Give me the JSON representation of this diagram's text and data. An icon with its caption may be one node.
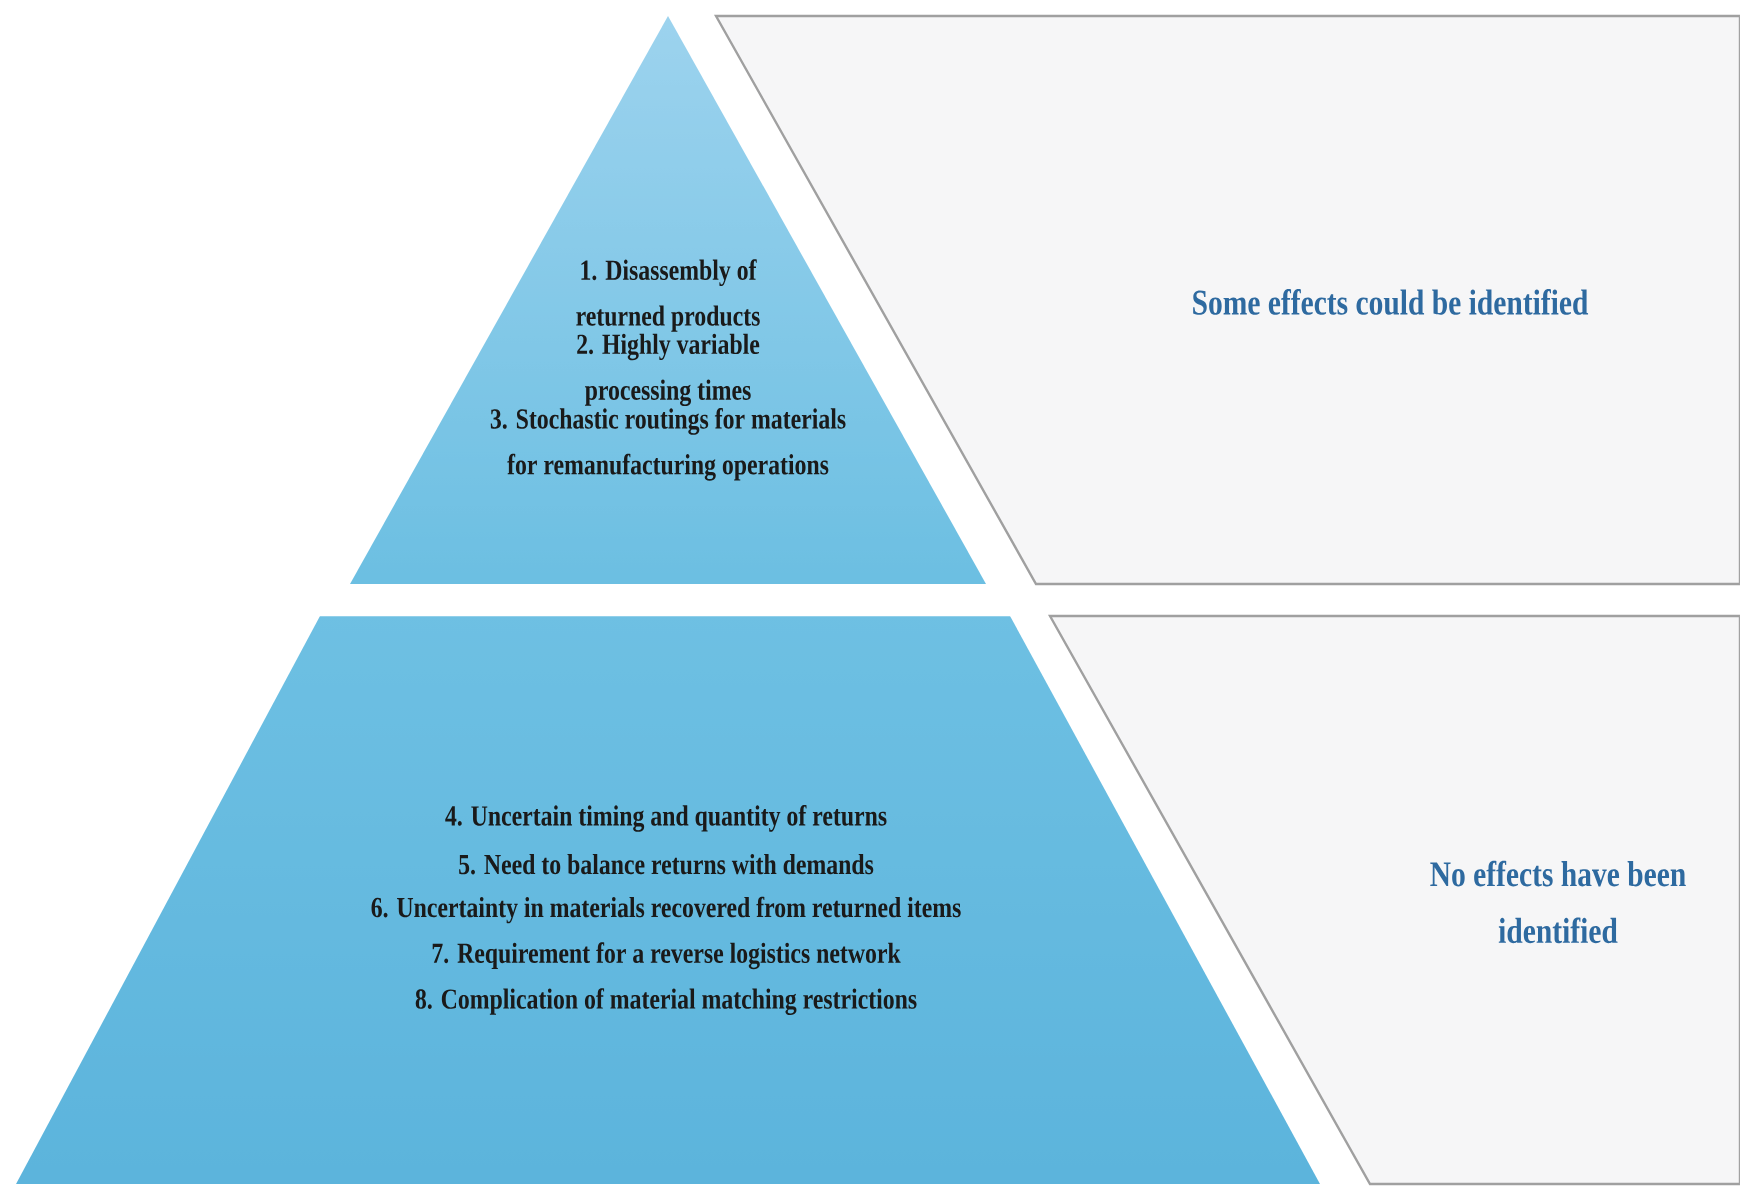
{
  "diagram": {
    "nodes": [
      {
        "text": [
          "1. Disassembly of returned products",
          "2. Highly variable processing times",
          "3. Stochastic routings for materials for remanufacturing operations"
        ]
      },
      {
        "text": [
          "Some effects could be identified"
        ]
      },
      {
        "text": [
          "4. Uncertain timing and quantity of returns",
          "5. Need to balance returns with demands",
          "6. Uncertainty in materials recovered from returned items",
          "7. Requirement for a reverse logistics network",
          "8. Complication of material matching restrictions"
        ]
      },
      {
        "text": [
          "No effects have been identified"
        ]
      }
    ]
  }
}
